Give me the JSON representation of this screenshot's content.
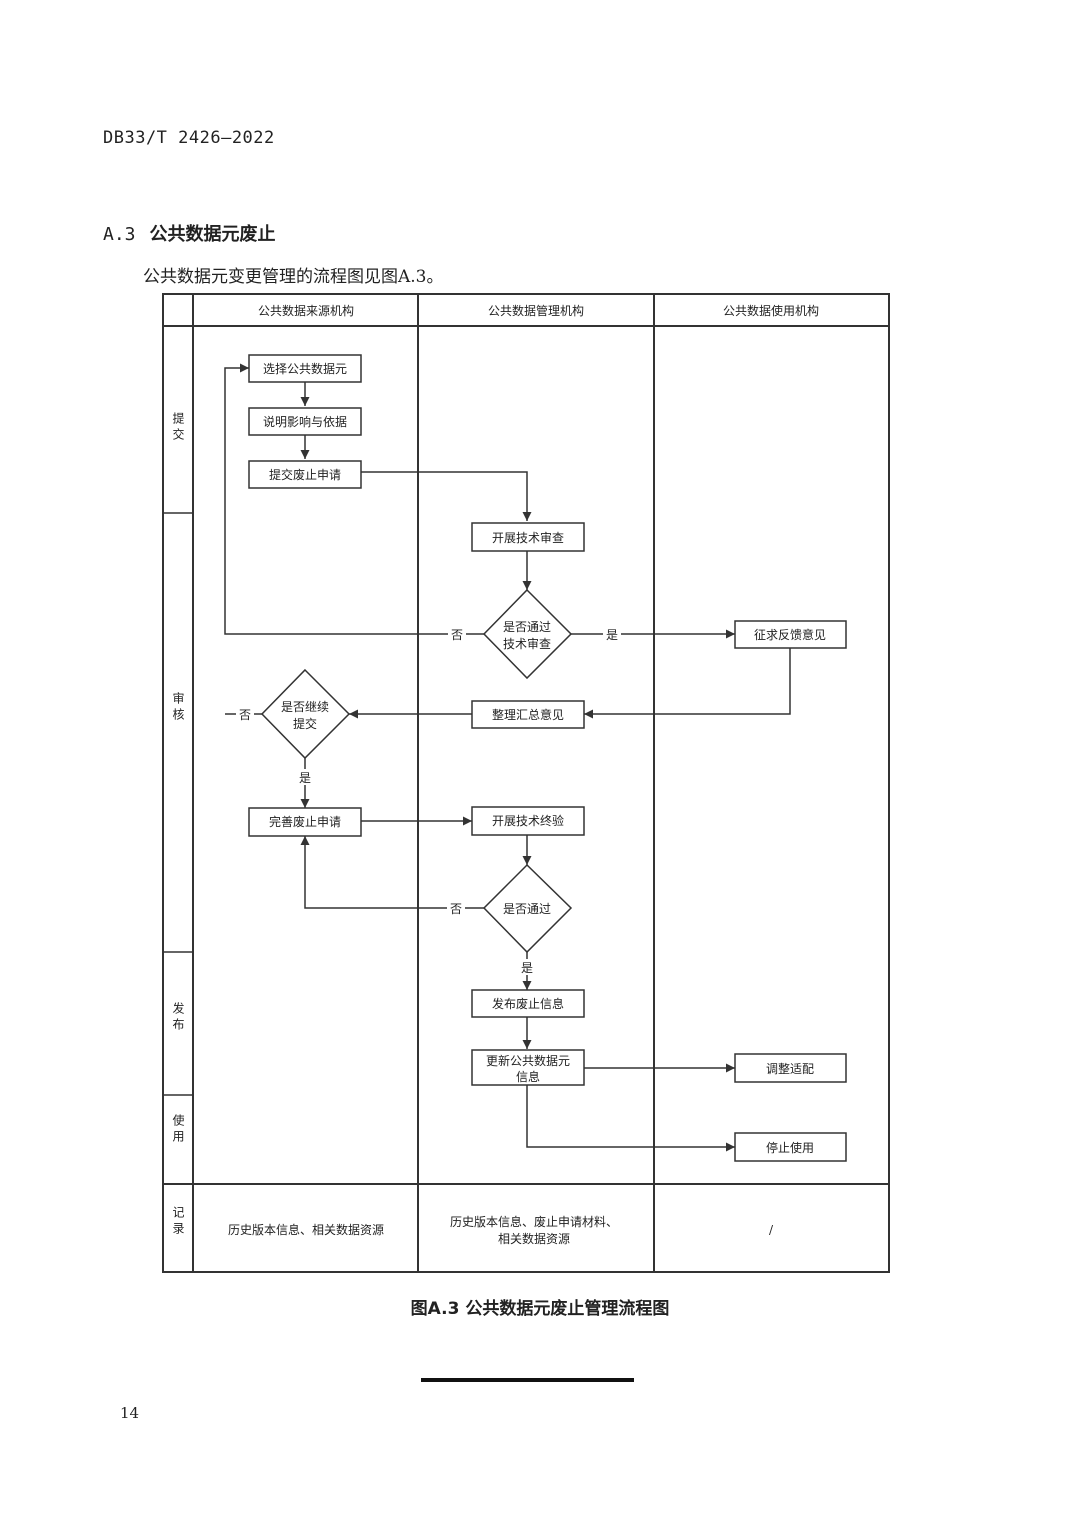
{
  "header": {
    "standard_code": "DB33/T 2426—2022"
  },
  "section": {
    "number": "A.3",
    "title": "公共数据元废止"
  },
  "intro": "公共数据元变更管理的流程图见图A.3。",
  "lanes": [
    "公共数据来源机构",
    "公共数据管理机构",
    "公共数据使用机构"
  ],
  "phases": {
    "submit": "提交",
    "review": "审核",
    "publish": "发布",
    "use": "使用",
    "record": "记录"
  },
  "nodes": {
    "select": "选择公共数据元",
    "explain": "说明影响与依据",
    "submit_request": "提交废止申请",
    "tech_review": "开展技术审查",
    "pass_review_1": "是否通过",
    "pass_review_2": "技术审查",
    "solicit": "征求反馈意见",
    "summarize": "整理汇总意见",
    "continue_1": "是否继续",
    "continue_2": "提交",
    "improve": "完善废止申请",
    "final_check": "开展技术终验",
    "pass": "是否通过",
    "publish_info": "发布废止信息",
    "update_1": "更新公共数据元",
    "update_2": "信息",
    "adjust": "调整适配",
    "stop": "停止使用"
  },
  "labels": {
    "yes": "是",
    "no": "否"
  },
  "records": {
    "source": "历史版本信息、相关数据资源",
    "manage_1": "历史版本信息、废止申请材料、",
    "manage_2": "相关数据资源",
    "use": "/"
  },
  "caption": "图A.3 公共数据元废止管理流程图",
  "page_number": "14"
}
